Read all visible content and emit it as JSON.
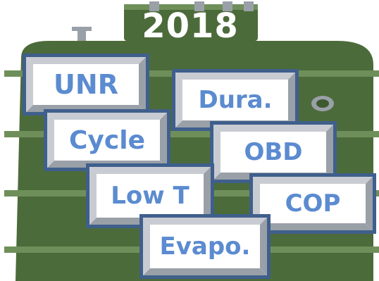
{
  "year": "2018",
  "tags": [
    "UNR",
    "Dura.",
    "Cycle",
    "OBD",
    "Low T",
    "COP",
    "Evapo."
  ],
  "colors": {
    "tank": "#4c6b3a",
    "tank_dark": "#3d5a2e",
    "tank_band": "#6f8f5a",
    "card_border": "#3f5f8c",
    "card_text": "#5b8bd0",
    "bevel": "#9aa0a8"
  }
}
